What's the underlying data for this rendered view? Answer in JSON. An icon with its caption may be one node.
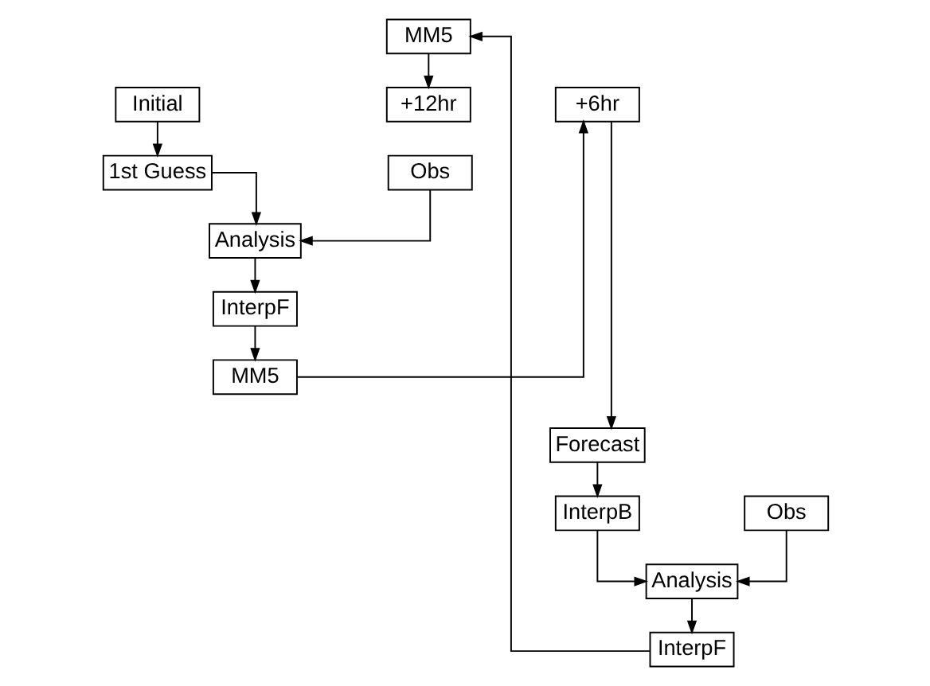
{
  "diagram": {
    "nodes": [
      {
        "text": [
          "Initial"
        ]
      },
      {
        "text": [
          "1st Guess"
        ]
      },
      {
        "text": [
          "Obs"
        ]
      },
      {
        "text": [
          "Analysis"
        ]
      },
      {
        "text": [
          "InterpF"
        ]
      },
      {
        "text": [
          "MM5"
        ]
      },
      {
        "text": [
          "+6hr"
        ]
      },
      {
        "text": [
          "Forecast"
        ]
      },
      {
        "text": [
          "InterpB"
        ]
      },
      {
        "text": [
          "Obs"
        ]
      },
      {
        "text": [
          "Analysis"
        ]
      },
      {
        "text": [
          "InterpF"
        ]
      },
      {
        "text": [
          "MM5"
        ]
      },
      {
        "text": [
          "+12hr"
        ]
      }
    ],
    "edges": [
      {
        "from": 0,
        "to": 1,
        "arrow": "to"
      },
      {
        "from": 2,
        "to": 3,
        "arrow": "to"
      },
      {
        "from": 1,
        "to": 3,
        "arrow": "to"
      },
      {
        "from": 3,
        "to": 4,
        "arrow": "to"
      },
      {
        "from": 4,
        "to": 5,
        "arrow": "to"
      },
      {
        "from": 5,
        "to": 6,
        "arrow": "to"
      },
      {
        "from": 6,
        "to": 7,
        "arrow": "to"
      },
      {
        "from": 7,
        "to": 8,
        "arrow": "to"
      },
      {
        "from": 9,
        "to": 10,
        "arrow": "to"
      },
      {
        "from": 8,
        "to": 10,
        "arrow": "to"
      },
      {
        "from": 10,
        "to": 11,
        "arrow": "to"
      },
      {
        "from": 11,
        "to": 12,
        "arrow": "to"
      },
      {
        "from": 12,
        "to": 13,
        "arrow": "to"
      }
    ]
  }
}
